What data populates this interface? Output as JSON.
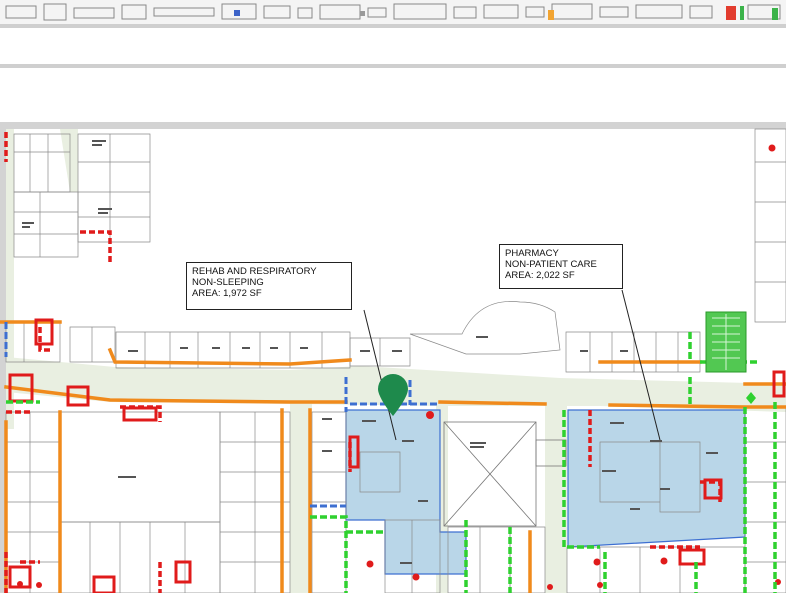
{
  "map": {
    "callouts": [
      {
        "id": "rehab",
        "line1": "REHAB AND RESPIRATORY",
        "line2": "NON-SLEEPING",
        "line3": "AREA: 1,972 SF"
      },
      {
        "id": "pharmacy",
        "line1": "PHARMACY",
        "line2": "NON-PATIENT CARE",
        "line3": "AREA: 2,022 SF"
      }
    ],
    "pin": {
      "icon": "map-pin-icon",
      "color": "#1e8a4c"
    },
    "colors": {
      "corridor": "#e9efe1",
      "highlight_room": "#b9d6e8",
      "wall_orange": "#f08a1c",
      "wall_red": "#e01b1b",
      "wall_green": "#2fd12f",
      "wall_blue": "#3d6fd1",
      "stair_green": "#52c852"
    }
  }
}
